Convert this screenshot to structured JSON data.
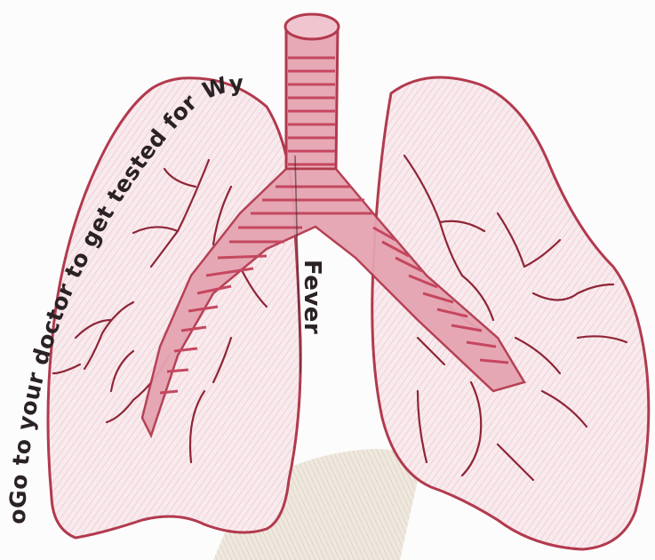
{
  "drawing": {
    "annotations": {
      "curved_note": "oGo to your doctor to get tested for Wy",
      "fever_label": "Fever"
    },
    "colors": {
      "background": "#fdfcfc",
      "lung_fill": "#f7e6ea",
      "lung_outline": "#b23a4e",
      "vessel": "#8e2536",
      "airway_fill": "#e6a4b2",
      "airway_band": "#c5475f",
      "crayon_fill": "#d9cbb8",
      "ink": "#2a2224"
    },
    "icons": {
      "lungs": "lungs-drawing",
      "airway": "trachea-drawing"
    }
  }
}
